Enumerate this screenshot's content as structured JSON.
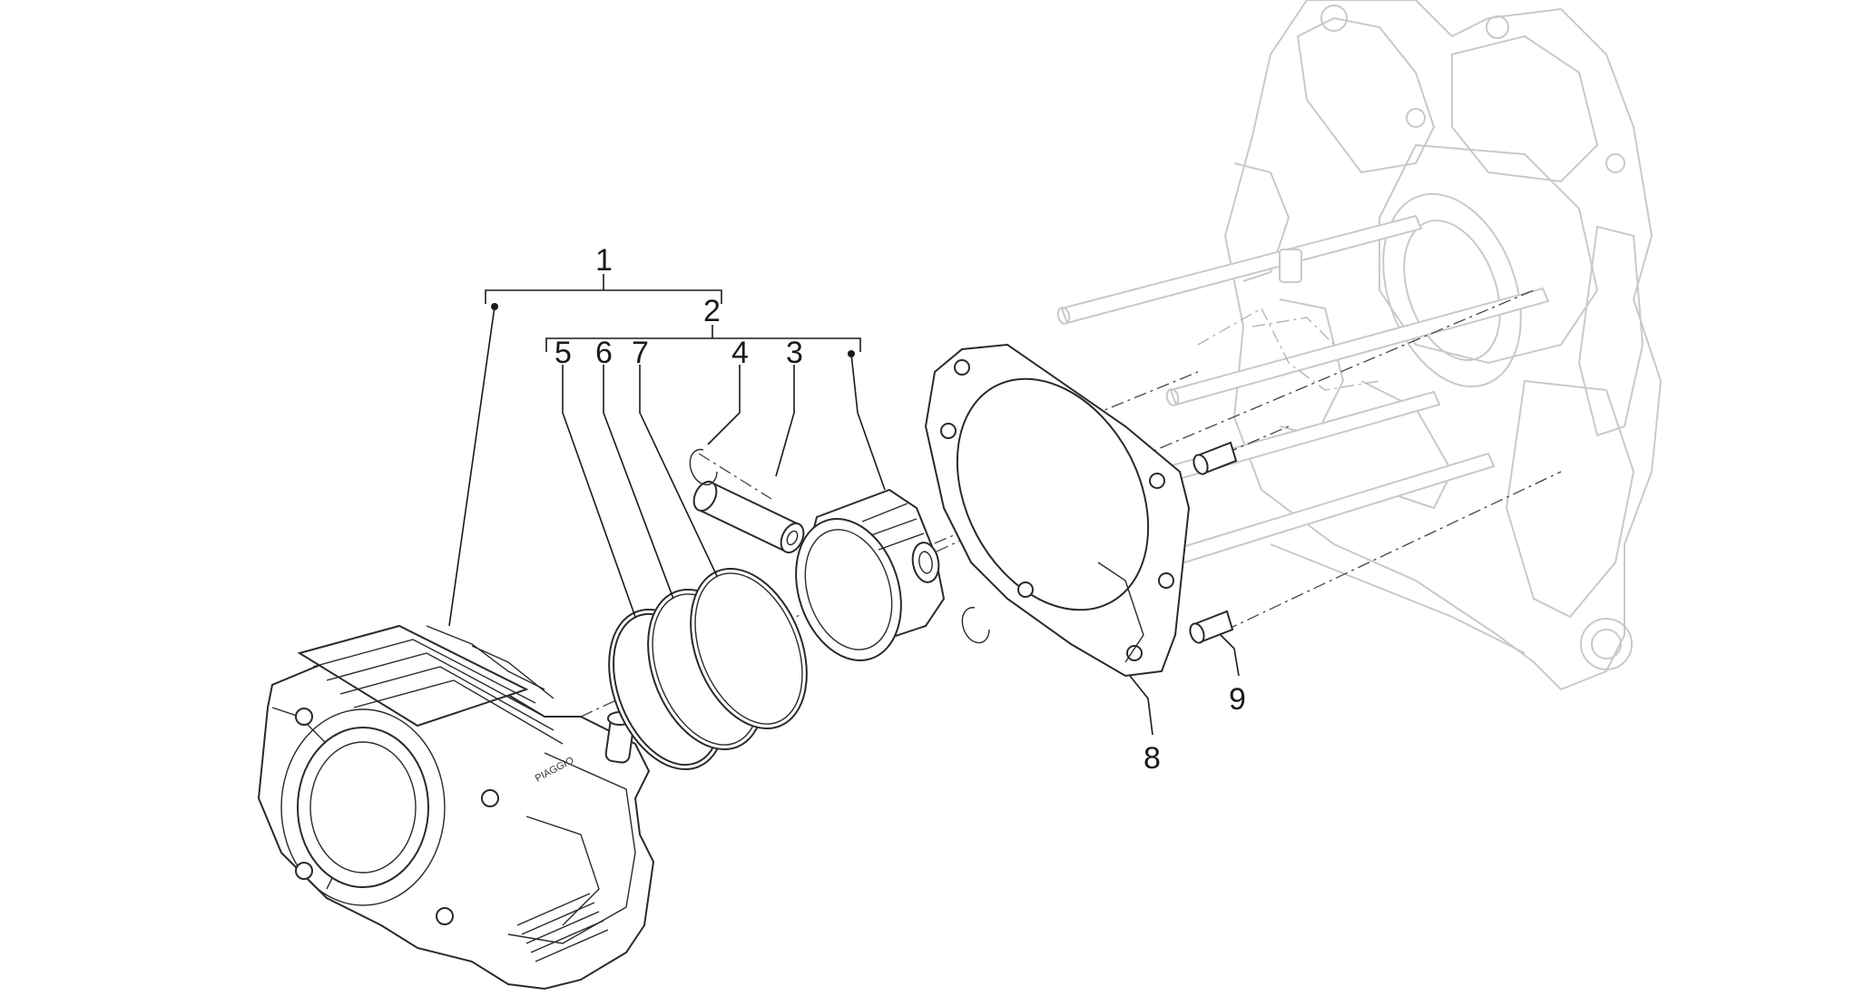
{
  "callouts": {
    "c1": "1",
    "c2": "2",
    "c3": "3",
    "c4": "4",
    "c5": "5",
    "c6": "6",
    "c7": "7",
    "c8": "8",
    "c9": "9"
  },
  "cylinder_stamp": "PIAGGIO",
  "colors": {
    "line": "#1a1a1a",
    "ghost": "#c9c9c9",
    "background": "#ffffff"
  }
}
